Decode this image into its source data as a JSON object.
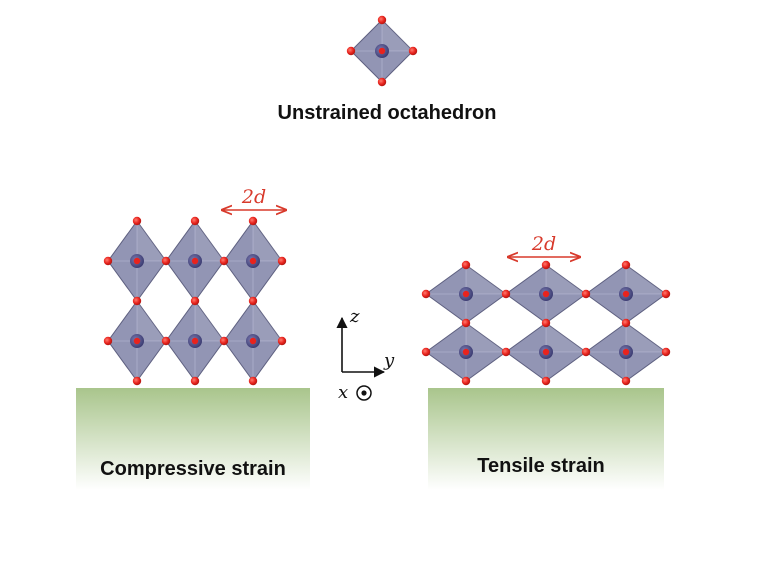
{
  "title": "Unstrained octahedron",
  "panels": {
    "compressive": {
      "label": "Compressive strain",
      "spacing_label": "2d"
    },
    "tensile": {
      "label": "Tensile strain",
      "spacing_label": "2d"
    }
  },
  "axes": {
    "z": "z",
    "y": "y",
    "x": "x"
  },
  "colors": {
    "octahedron_fill": "#8c8fb0",
    "octahedron_edge": "#5e6080",
    "oxygen": "#e8231d",
    "center_atom": "#3f3f7a",
    "substrate_top": "#a9c58c",
    "annotation": "#d83a2c"
  }
}
